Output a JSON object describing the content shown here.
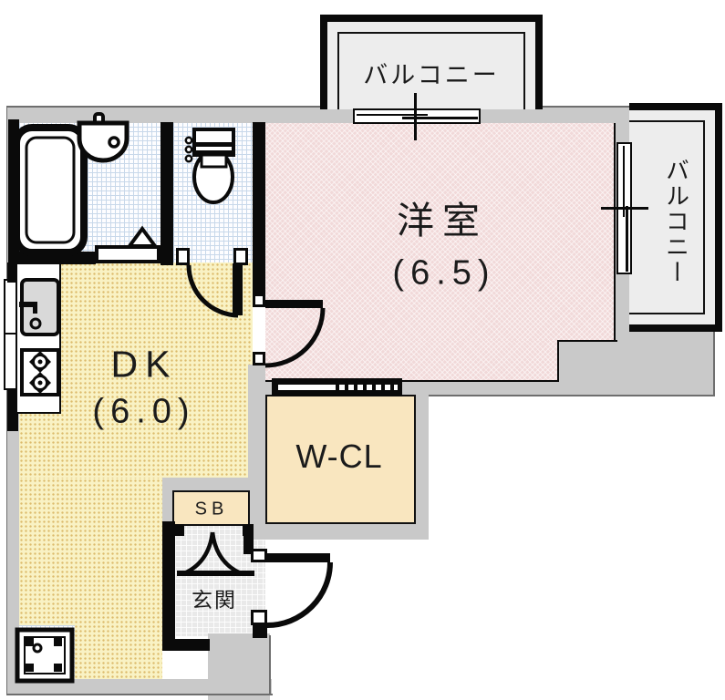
{
  "plan": {
    "balconies": {
      "top": {
        "label": "バルコニー"
      },
      "right": {
        "label": "バルコニー"
      }
    },
    "rooms": {
      "western": {
        "label": "洋室",
        "size": "(6.5)"
      },
      "dk": {
        "label": "DK",
        "size": "(6.0)"
      },
      "wcl": {
        "label": "W-CL"
      },
      "sb": {
        "label": "SB"
      },
      "genkan": {
        "label": "玄関"
      }
    },
    "fixtures": [
      "bathtub",
      "washbasin",
      "toilet",
      "kitchen-sink",
      "gas-stove",
      "washing-machine-pan"
    ],
    "colors": {
      "wall": "#0a0a0a",
      "outer_band": "#c9c9c9",
      "western_room_fill": "#f1d9d9",
      "dk_fill": "#f9f2c4",
      "closet_fill": "#f9e6bf",
      "wet_area_grid": "#c8d8ea",
      "balcony_fill": "#ededed",
      "genkan_floor": "#e9e9e9"
    }
  }
}
